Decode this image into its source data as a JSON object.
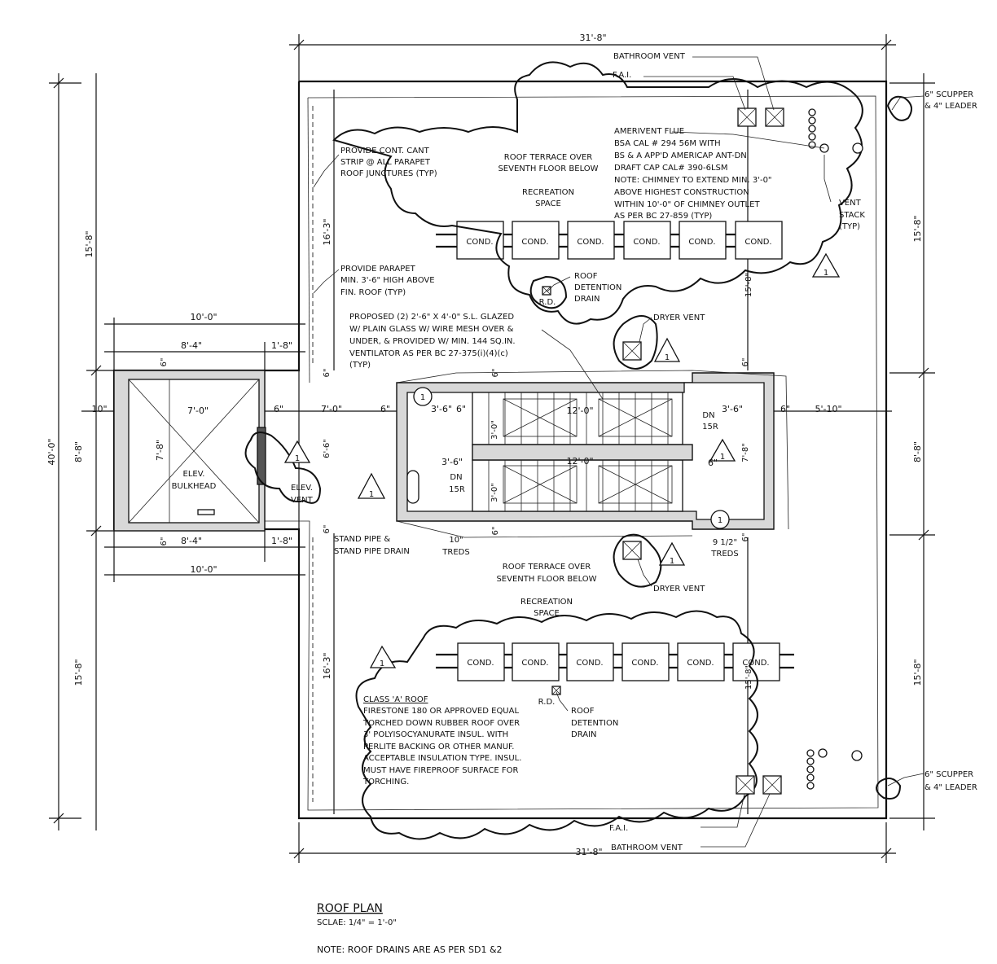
{
  "dimensions": {
    "top_width": "31'-8\"",
    "bottom_width": "31'-8\"",
    "left_overall": "40'-0\"",
    "left_top": "15'-8\"",
    "left_mid": "8'-8\"",
    "left_bottom": "15'-8\"",
    "right_top": "15'-8\"",
    "right_mid": "8'-8\"",
    "right_bottom": "15'-8\"",
    "inner_top": "16'-3\"",
    "inner_bottom": "16'-3\"",
    "inner_right_top": "15'-8\"",
    "inner_right_bottom": "15'-8\"",
    "bulk_width_top": "10'-0\"",
    "bulk_width_bottom": "10'-0\"",
    "bulk_inner_top": "8'-4\"",
    "bulk_inner_bottom": "8'-4\"",
    "bulk_off_top": "1'-8\"",
    "bulk_off_bottom": "1'-8\"",
    "bulk_wall_top": "6\"",
    "bulk_wall_bottom": "6\"",
    "bulk_interior_w": "7'-0\"",
    "bulk_interior_h": "7'-8\"",
    "row_10": "10\"",
    "row_6a": "6\"",
    "row_7": "7'-0\"",
    "row_6b": "6\"",
    "row_3_6": "3'-6\"",
    "row_6c": "6\"",
    "row_12a": "12'-0\"",
    "row_12b": "12'-0\"",
    "row_3_6b": "3'-6\"",
    "row_6d": "6\"",
    "row_5_10": "5'-10\"",
    "v_6a": "6\"",
    "v_6_6": "6'-6\"",
    "v_6b": "6\"",
    "v_3_0a": "3'-0\"",
    "v_3_0b": "3'-0\"",
    "v_7_8": "7'-8\"",
    "v_6c": "6\"",
    "v_6d": "6\"",
    "stair_3_6": "3'-6\"",
    "stair_6": "6\"",
    "stair_6b": "6\"",
    "stair_6c": "6\""
  },
  "labels": {
    "bathroom_vent_top": "BATHROOM VENT",
    "fai_top": "F.A.I.",
    "scupper_top": [
      "6\" SCUPPER",
      "& 4\" LEADER"
    ],
    "scupper_bottom": [
      "6\" SCUPPER",
      "& 4\" LEADER"
    ],
    "cant_strip": [
      "PROVIDE CONT. CANT",
      "STRIP @ ALL PARAPET",
      "ROOF JUNCTURES (TYP)"
    ],
    "terrace_top": [
      "ROOF TERRACE OVER",
      "SEVENTH FLOOR BELOW"
    ],
    "recreation_top": [
      "RECREATION",
      "SPACE"
    ],
    "flue": [
      "AMERIVENT FLUE",
      "BSA CAL # 294 56M WITH",
      "BS & A APP'D AMERICAP ANT-DN",
      "DRAFT CAP CAL# 390-6LSM",
      "NOTE: CHIMNEY TO EXTEND MIN. 3'-0\"",
      "ABOVE HIGHEST CONSTRUCTION",
      "WITHIN 10'-0\" OF CHIMNEY OUTLET",
      "AS PER BC 27-859 (TYP)"
    ],
    "vent_stack": [
      "VENT",
      "STACK",
      "(TYP)"
    ],
    "cond": "COND.",
    "parapet": [
      "PROVIDE PARAPET",
      "MIN. 3'-6\" HIGH ABOVE",
      "FIN. ROOF (TYP)"
    ],
    "rd": "R.D.",
    "roof_drain": [
      "ROOF",
      "DETENTION",
      "DRAIN"
    ],
    "skylight": [
      "PROPOSED (2) 2'-6\" X 4'-0\" S.L.  GLAZED",
      "W/ PLAIN GLASS W/ WIRE MESH OVER &",
      "UNDER, & PROVIDED W/ MIN. 144 SQ.IN.",
      "VENTILATOR AS PER BC 27-375(i)(4)(c)",
      "(TYP)"
    ],
    "dryer_vent": "DRYER VENT",
    "revision": "1",
    "elev": [
      "ELEV.",
      "BULKHEAD"
    ],
    "elev_vent": [
      "ELEV.",
      "VENT"
    ],
    "dn": "DN",
    "risers": "15R",
    "stand_pipe": [
      "STAND PIPE &",
      "STAND PIPE DRAIN"
    ],
    "treds_10": [
      "10\"",
      "TREDS"
    ],
    "treds_9": [
      "9 1/2\"",
      "TREDS"
    ],
    "terrace_bottom": [
      "ROOF TERRACE OVER",
      "SEVENTH FLOOR BELOW"
    ],
    "recreation_bottom": [
      "RECREATION",
      "SPACE"
    ],
    "class_a": [
      "CLASS 'A' ROOF",
      "FIRESTONE 180 OR APPROVED EQUAL",
      "TORCHED DOWN RUBBER ROOF OVER",
      "3' POLYISOCYANURATE INSUL. WITH",
      "PERLITE BACKING OR OTHER MANUF.",
      "ACCEPTABLE INSULATION TYPE. INSUL.",
      "MUST HAVE FIREPROOF SURFACE FOR",
      "TORCHING."
    ],
    "fai_bottom": "F.A.I.",
    "bathroom_vent_bottom": "BATHROOM VENT"
  },
  "footer": {
    "title": "ROOF PLAN",
    "scale": "SCLAE: 1/4\" = 1'-0\"",
    "note": "NOTE: ROOF DRAINS ARE AS PER SD1 &2"
  }
}
